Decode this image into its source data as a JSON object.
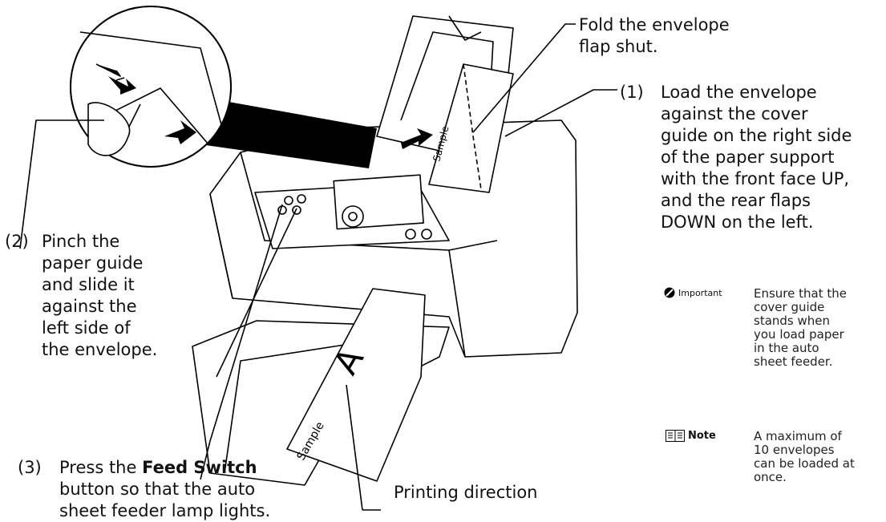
{
  "callouts": {
    "fold": {
      "line1": "Fold the envelope",
      "line2": "flap shut."
    },
    "load": {
      "number": "(1)",
      "lines": [
        "Load the envelope",
        "against the cover",
        "guide on the right side",
        "of the paper support",
        "with the front face UP,",
        "and the rear flaps",
        "DOWN on the left."
      ]
    },
    "pinch": {
      "number": "(2)",
      "lines": [
        "Pinch the",
        "paper guide",
        "and slide it",
        "against the",
        "left side of",
        "the envelope."
      ]
    },
    "press": {
      "number": "(3)",
      "before": "Press the ",
      "bold": "Feed Switch",
      "line1_after": "",
      "line2": "button so that the auto",
      "line3": "sheet feeder lamp lights."
    },
    "direction": "Printing direction"
  },
  "notes": {
    "important": {
      "label": "Important",
      "icon": "important-icon",
      "lines": [
        "Ensure that the",
        "cover guide",
        "stands when",
        "you load paper",
        "in the auto",
        "sheet feeder."
      ]
    },
    "note": {
      "label": "Note",
      "icon": "note-book-icon",
      "lines": [
        "A maximum of",
        "10 envelopes",
        "can be loaded at",
        "once."
      ]
    }
  },
  "illustration": {
    "sample_label_1": "Sample",
    "sample_label_2": "Sample",
    "envelope_letter": "A"
  }
}
